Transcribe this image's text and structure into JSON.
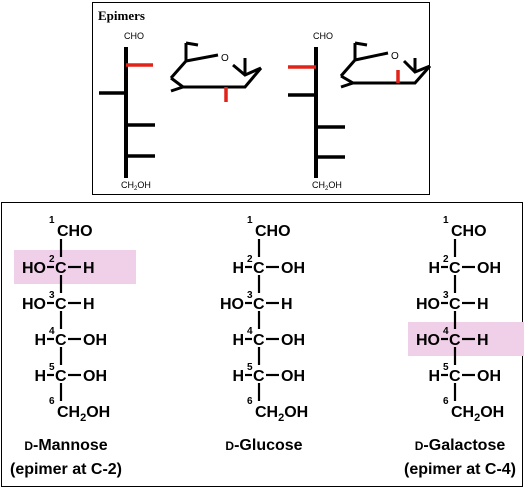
{
  "top": {
    "title": "Epimers",
    "left_structure": {
      "top_label": "CHO",
      "bottom_label_main": "CH",
      "bottom_label_sub": "2",
      "bottom_label_end": "OH"
    },
    "right_structure": {
      "top_label": "CHO",
      "bottom_label_main": "CH",
      "bottom_label_sub": "2",
      "bottom_label_end": "OH"
    },
    "ring_oxygen": "O"
  },
  "colors": {
    "bond": "#000000",
    "epimer_highlight": "#e2231a",
    "box_highlight": "#f0cfe8"
  },
  "bottom": {
    "molecules": [
      {
        "name_prefix": "D",
        "name_rest": "-Mannose",
        "epimer_note": "(epimer at C-2)",
        "c1": {
          "num": "1",
          "group": "CHO"
        },
        "rows": [
          {
            "num": "2",
            "left": "HO",
            "right": "H"
          },
          {
            "num": "3",
            "left": "HO",
            "right": "H"
          },
          {
            "num": "4",
            "left": "H",
            "right": "OH"
          },
          {
            "num": "5",
            "left": "H",
            "right": "OH"
          }
        ],
        "c6": {
          "num": "6",
          "main": "CH",
          "sub": "2",
          "end": "OH"
        }
      },
      {
        "name_prefix": "D",
        "name_rest": "-Glucose",
        "epimer_note": "",
        "c1": {
          "num": "1",
          "group": "CHO"
        },
        "rows": [
          {
            "num": "2",
            "left": "H",
            "right": "OH"
          },
          {
            "num": "3",
            "left": "HO",
            "right": "H"
          },
          {
            "num": "4",
            "left": "H",
            "right": "OH"
          },
          {
            "num": "5",
            "left": "H",
            "right": "OH"
          }
        ],
        "c6": {
          "num": "6",
          "main": "CH",
          "sub": "2",
          "end": "OH"
        }
      },
      {
        "name_prefix": "D",
        "name_rest": "-Galactose",
        "epimer_note": "(epimer at C-4)",
        "c1": {
          "num": "1",
          "group": "CHO"
        },
        "rows": [
          {
            "num": "2",
            "left": "H",
            "right": "OH"
          },
          {
            "num": "3",
            "left": "HO",
            "right": "H"
          },
          {
            "num": "4",
            "left": "HO",
            "right": "H"
          },
          {
            "num": "5",
            "left": "H",
            "right": "OH"
          }
        ],
        "c6": {
          "num": "6",
          "main": "CH",
          "sub": "2",
          "end": "OH"
        }
      }
    ]
  }
}
